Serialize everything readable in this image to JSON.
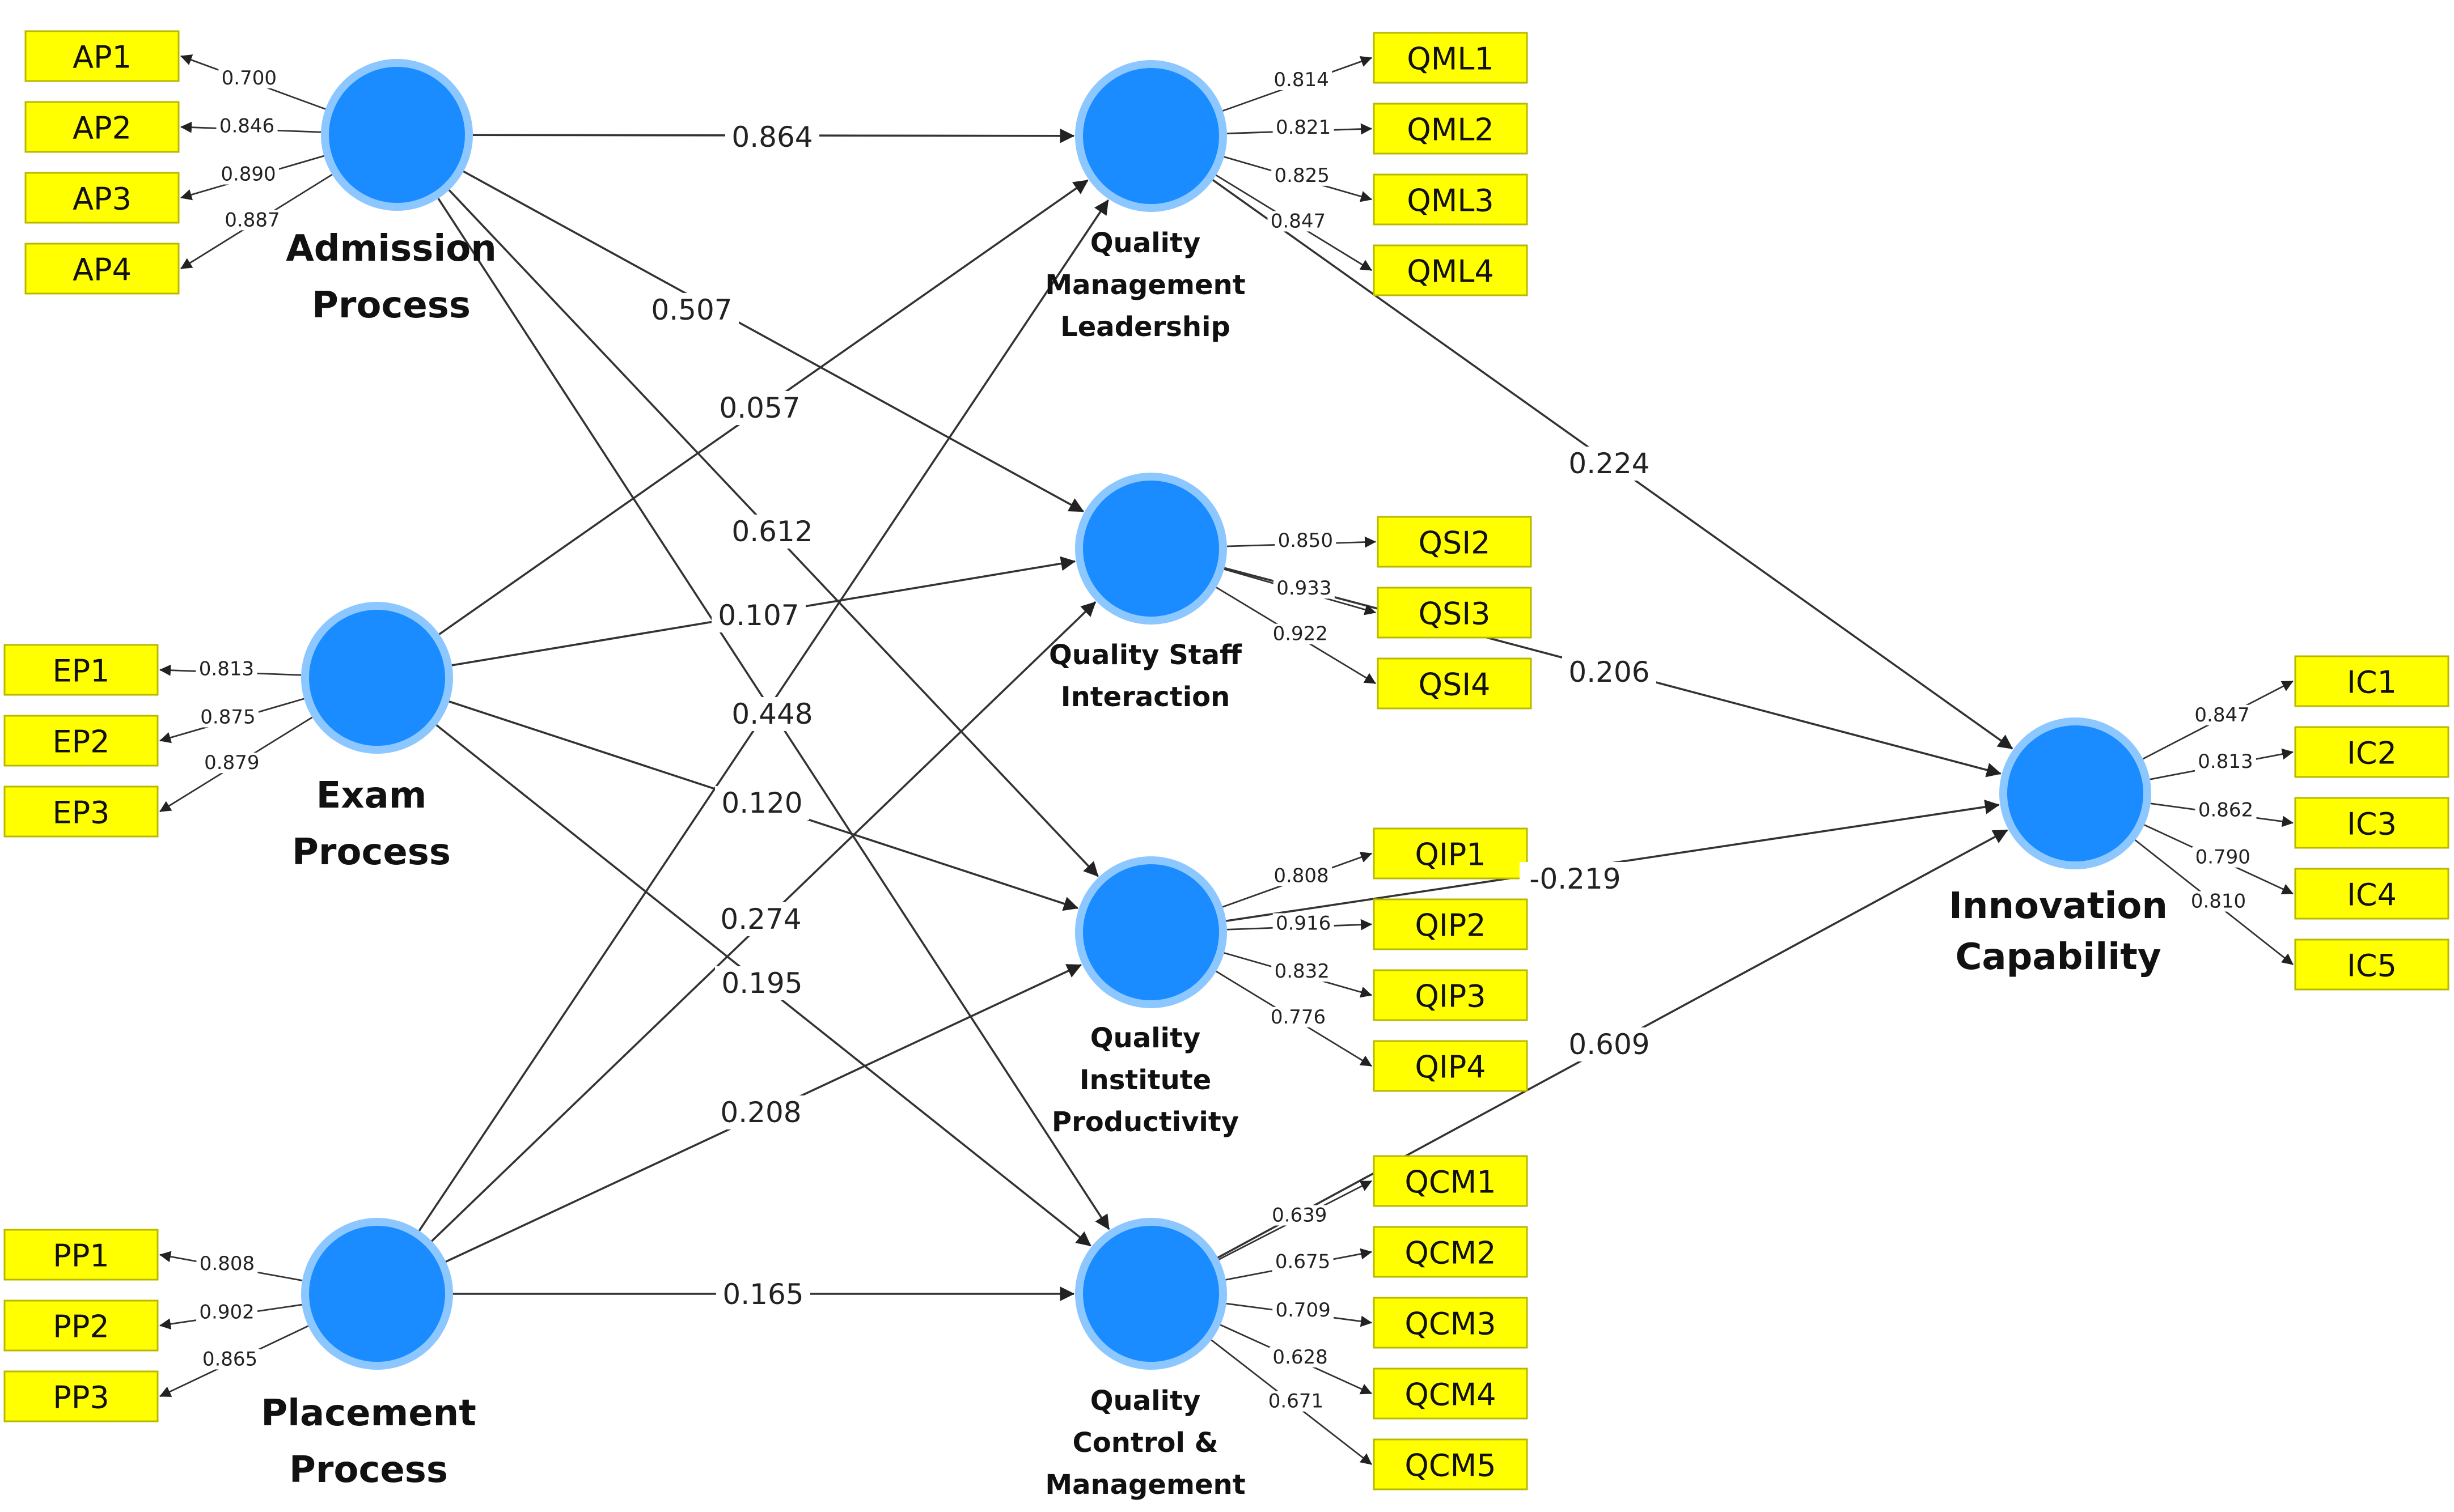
{
  "colors": {
    "construct_fill": "#1a8cff",
    "construct_ring": "#8cc8ff",
    "indicator_fill": "#ffff00",
    "edge": "#333333"
  },
  "constructs": [
    {
      "id": "AP",
      "label": [
        "Admission",
        "Process"
      ],
      "indicators": [
        {
          "name": "AP1",
          "loading": "0.700"
        },
        {
          "name": "AP2",
          "loading": "0.846"
        },
        {
          "name": "AP3",
          "loading": "0.890"
        },
        {
          "name": "AP4",
          "loading": "0.887"
        }
      ]
    },
    {
      "id": "EP",
      "label": [
        "Exam",
        "Process"
      ],
      "indicators": [
        {
          "name": "EP1",
          "loading": "0.813"
        },
        {
          "name": "EP2",
          "loading": "0.875"
        },
        {
          "name": "EP3",
          "loading": "0.879"
        }
      ]
    },
    {
      "id": "PP",
      "label": [
        "Placement",
        "Process"
      ],
      "indicators": [
        {
          "name": "PP1",
          "loading": "0.808"
        },
        {
          "name": "PP2",
          "loading": "0.902"
        },
        {
          "name": "PP3",
          "loading": "0.865"
        }
      ]
    },
    {
      "id": "QML",
      "label": [
        "Quality",
        "Management",
        "Leadership"
      ],
      "indicators": [
        {
          "name": "QML1",
          "loading": "0.814"
        },
        {
          "name": "QML2",
          "loading": "0.821"
        },
        {
          "name": "QML3",
          "loading": "0.825"
        },
        {
          "name": "QML4",
          "loading": "0.847"
        }
      ]
    },
    {
      "id": "QSI",
      "label": [
        "Quality Staff",
        "Interaction"
      ],
      "indicators": [
        {
          "name": "QSI2",
          "loading": "0.850"
        },
        {
          "name": "QSI3",
          "loading": "0.933"
        },
        {
          "name": "QSI4",
          "loading": "0.922"
        }
      ]
    },
    {
      "id": "QIP",
      "label": [
        "Quality",
        "Institute",
        "Productivity"
      ],
      "indicators": [
        {
          "name": "QIP1",
          "loading": "0.808"
        },
        {
          "name": "QIP2",
          "loading": "0.916"
        },
        {
          "name": "QIP3",
          "loading": "0.832"
        },
        {
          "name": "QIP4",
          "loading": "0.776"
        }
      ]
    },
    {
      "id": "QCM",
      "label": [
        "Quality",
        "Control &",
        "Management"
      ],
      "indicators": [
        {
          "name": "QCM1",
          "loading": "0.639"
        },
        {
          "name": "QCM2",
          "loading": "0.675"
        },
        {
          "name": "QCM3",
          "loading": "0.709"
        },
        {
          "name": "QCM4",
          "loading": "0.628"
        },
        {
          "name": "QCM5",
          "loading": "0.671"
        }
      ]
    },
    {
      "id": "IC",
      "label": [
        "Innovation",
        "Capability"
      ],
      "indicators": [
        {
          "name": "IC1",
          "loading": "0.847"
        },
        {
          "name": "IC2",
          "loading": "0.813"
        },
        {
          "name": "IC3",
          "loading": "0.862"
        },
        {
          "name": "IC4",
          "loading": "0.790"
        },
        {
          "name": "IC5",
          "loading": "0.810"
        }
      ]
    }
  ],
  "paths": [
    {
      "from": "AP",
      "to": "QML",
      "coef": "0.864"
    },
    {
      "from": "AP",
      "to": "QSI",
      "coef": "0.507"
    },
    {
      "from": "AP",
      "to": "QIP",
      "coef": "0.612"
    },
    {
      "from": "AP",
      "to": "QCM",
      "coef": "0.448"
    },
    {
      "from": "EP",
      "to": "QML",
      "coef": "0.057"
    },
    {
      "from": "EP",
      "to": "QSI",
      "coef": "0.107"
    },
    {
      "from": "EP",
      "to": "QIP",
      "coef": "0.120"
    },
    {
      "from": "EP",
      "to": "QCM",
      "coef": "0.195"
    },
    {
      "from": "PP",
      "to": "QML",
      "coef": "0.274"
    },
    {
      "from": "PP",
      "to": "QSI",
      "coef": "0.274"
    },
    {
      "from": "PP",
      "to": "QIP",
      "coef": "0.208"
    },
    {
      "from": "PP",
      "to": "QCM",
      "coef": "0.165"
    },
    {
      "from": "QML",
      "to": "IC",
      "coef": "0.224"
    },
    {
      "from": "QSI",
      "to": "IC",
      "coef": "0.206"
    },
    {
      "from": "QIP",
      "to": "IC",
      "coef": "-0.219"
    },
    {
      "from": "QCM",
      "to": "IC",
      "coef": "0.609"
    }
  ]
}
